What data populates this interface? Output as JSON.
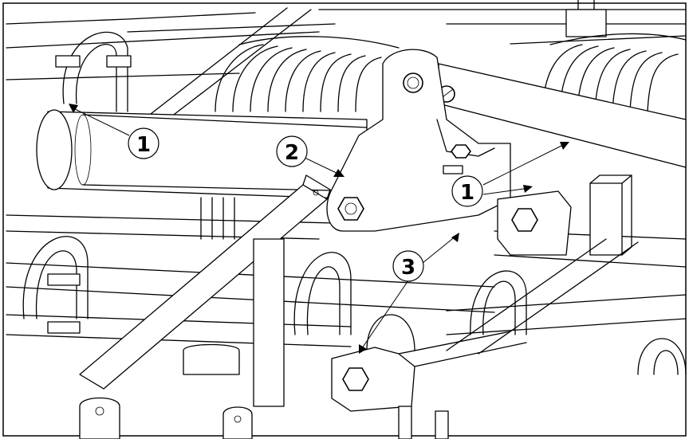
{
  "callouts": [
    {
      "id": "c1a",
      "label": "1"
    },
    {
      "id": "c2",
      "label": "2"
    },
    {
      "id": "c1b",
      "label": "1"
    },
    {
      "id": "c3",
      "label": "3"
    }
  ]
}
